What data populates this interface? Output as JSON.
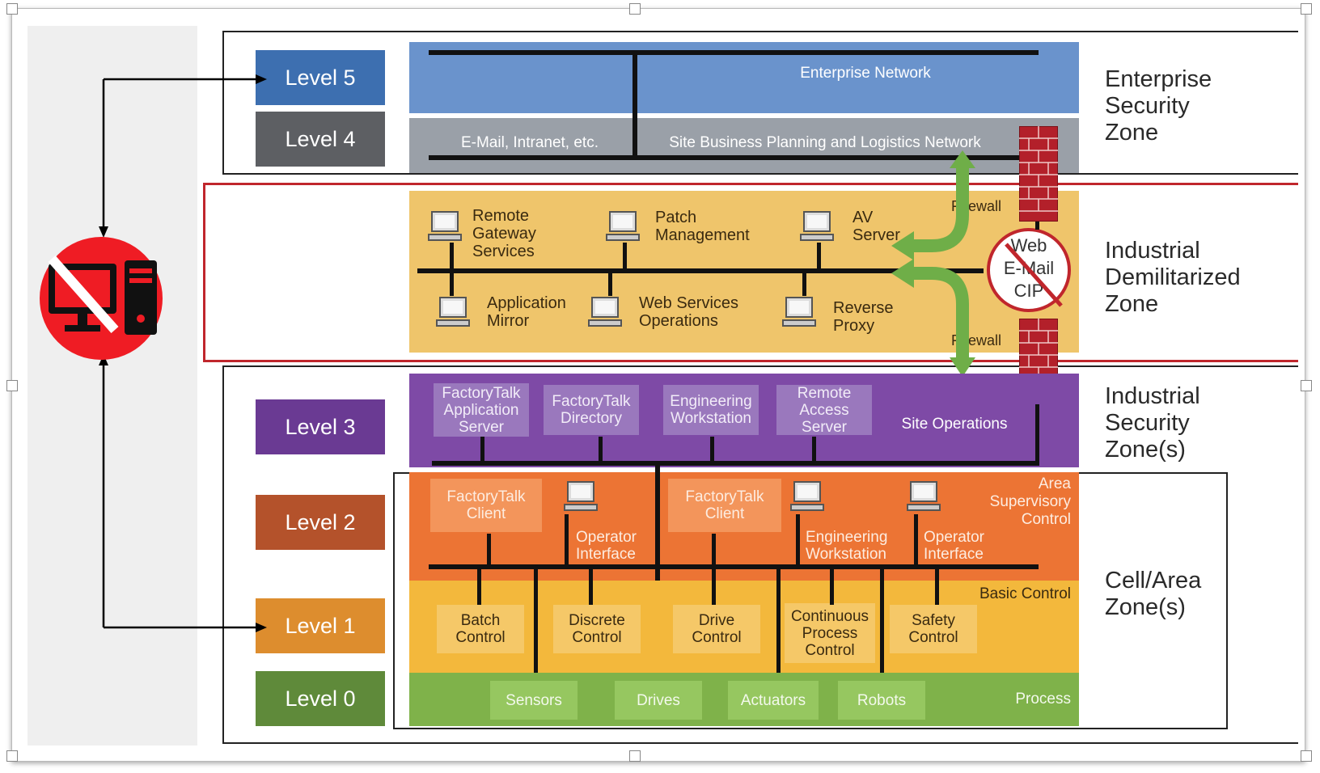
{
  "levels": {
    "l5": "Level 5",
    "l4": "Level 4",
    "l3": "Level 3",
    "l2": "Level 2",
    "l1": "Level 1",
    "l0": "Level 0"
  },
  "zones": {
    "enterprise": [
      "Enterprise",
      "Security",
      "Zone"
    ],
    "idmz": [
      "Industrial",
      "Demilitarized",
      "Zone"
    ],
    "industrial": [
      "Industrial",
      "Security",
      "Zone(s)"
    ],
    "cell": [
      "Cell/Area",
      "Zone(s)"
    ]
  },
  "enterprise": {
    "network": "Enterprise Network",
    "email": "E-Mail, Intranet, etc.",
    "site_business": "Site Business Planning and Logistics Network"
  },
  "idmz": {
    "remote_gateway": [
      "Remote",
      "Gateway",
      "Services"
    ],
    "patch": [
      "Patch",
      "Management"
    ],
    "av": [
      "AV",
      "Server"
    ],
    "app_mirror": [
      "Application",
      "Mirror"
    ],
    "web_services": [
      "Web Services",
      "Operations"
    ],
    "reverse_proxy": [
      "Reverse",
      "Proxy"
    ],
    "firewall_top": "Firewall",
    "firewall_bottom": "Firewall",
    "blocked": [
      "Web",
      "E-Mail",
      "CIP"
    ]
  },
  "level3": {
    "ft_app": [
      "FactoryTalk",
      "Application",
      "Server"
    ],
    "ft_dir": [
      "FactoryTalk",
      "Directory"
    ],
    "eng_ws": [
      "Engineering",
      "Workstation"
    ],
    "remote_access": [
      "Remote",
      "Access",
      "Server"
    ],
    "site_ops": "Site Operations"
  },
  "level2": {
    "ft_client1": [
      "FactoryTalk",
      "Client"
    ],
    "op_iface1": [
      "Operator",
      "Interface"
    ],
    "ft_client2": [
      "FactoryTalk",
      "Client"
    ],
    "eng_ws": [
      "Engineering",
      "Workstation"
    ],
    "op_iface2": [
      "Operator",
      "Interface"
    ],
    "area_sup": [
      "Area",
      "Supervisory",
      "Control"
    ]
  },
  "level1": {
    "basic": "Basic Control",
    "batch": [
      "Batch",
      "Control"
    ],
    "discrete": [
      "Discrete",
      "Control"
    ],
    "drive": [
      "Drive",
      "Control"
    ],
    "continuous": [
      "Continuous",
      "Process",
      "Control"
    ],
    "safety": [
      "Safety",
      "Control"
    ]
  },
  "level0": {
    "sensors": "Sensors",
    "drives": "Drives",
    "actuators": "Actuators",
    "robots": "Robots",
    "process": "Process"
  },
  "colors": {
    "level5": "#3d6fb0",
    "level4": "#5d5f63",
    "level3": "#6a3a93",
    "level2": "#b4522b",
    "level1": "#dd8d2e",
    "level0": "#5f8a3a",
    "enterprise_band": "#6a93cc",
    "level4_band": "#9aa0a8",
    "idmz_band": "#efc56b",
    "level3_band": "#7e4aa6",
    "level2_band": "#ec7434",
    "level1_band": "#f3b83c",
    "level0_band": "#7fb24a",
    "idmz_border": "#c0262c",
    "arrow_green": "#6fae48",
    "no_sign": "#ef1c24"
  },
  "icons": [
    "computer-prohibited-icon",
    "firewall-brick-icon",
    "workstation-icon",
    "double-arrow-green-icon",
    "prohibited-protocol-icon"
  ]
}
